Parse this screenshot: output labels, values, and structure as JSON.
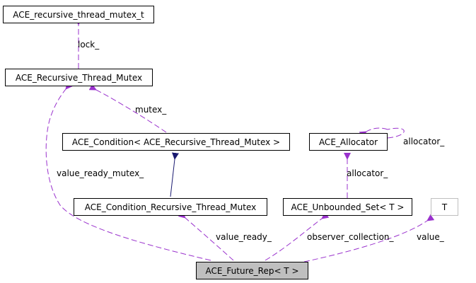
{
  "diagram": {
    "nodes": {
      "recursive_thread_mutex_t": "ACE_recursive_thread_mutex_t",
      "recursive_thread_mutex": "ACE_Recursive_Thread_Mutex",
      "condition": "ACE_Condition< ACE_Recursive_Thread_Mutex >",
      "allocator": "ACE_Allocator",
      "condition_recursive": "ACE_Condition_Recursive_Thread_Mutex",
      "unbounded_set": "ACE_Unbounded_Set< T >",
      "t": "T",
      "future_rep": "ACE_Future_Rep< T >"
    },
    "edge_labels": {
      "lock": "lock_",
      "mutex": "mutex_",
      "allocator_self": "allocator_",
      "value_ready_mutex": "value_ready_mutex_",
      "allocator": "allocator_",
      "value_ready": "value_ready_",
      "observer_collection": "observer_collection_",
      "value": "value_"
    }
  },
  "colors": {
    "usage_edge": "#9a32cd",
    "inheritance_edge": "#191970",
    "focus_node": "#bfbfbf",
    "template_border": "#bfbfbf"
  }
}
